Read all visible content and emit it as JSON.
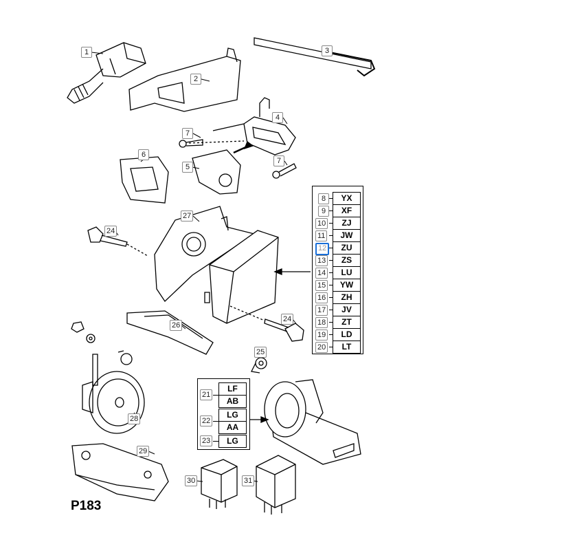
{
  "diagram_id": "P183",
  "callouts": [
    "1",
    "2",
    "3",
    "4",
    "5",
    "6",
    "7",
    "7",
    "27",
    "24",
    "24",
    "26",
    "25",
    "28",
    "29",
    "30",
    "31"
  ],
  "code_table": [
    {
      "ref": "8",
      "code": "YX"
    },
    {
      "ref": "9",
      "code": "XF"
    },
    {
      "ref": "10",
      "code": "ZJ"
    },
    {
      "ref": "11",
      "code": "JW"
    },
    {
      "ref": "12",
      "code": "ZU",
      "selected": true
    },
    {
      "ref": "13",
      "code": "ZS"
    },
    {
      "ref": "14",
      "code": "LU"
    },
    {
      "ref": "15",
      "code": "YW"
    },
    {
      "ref": "16",
      "code": "ZH"
    },
    {
      "ref": "17",
      "code": "JV"
    },
    {
      "ref": "18",
      "code": "ZT"
    },
    {
      "ref": "19",
      "code": "LD"
    },
    {
      "ref": "20",
      "code": "LT"
    }
  ],
  "ignition_table": [
    {
      "ref": "21",
      "codes": [
        "LF",
        "AB"
      ]
    },
    {
      "ref": "22",
      "codes": [
        "LG",
        "AA"
      ]
    },
    {
      "ref": "23",
      "codes": [
        "LG"
      ]
    }
  ],
  "colors": {
    "selected": "#1a6fd8"
  }
}
